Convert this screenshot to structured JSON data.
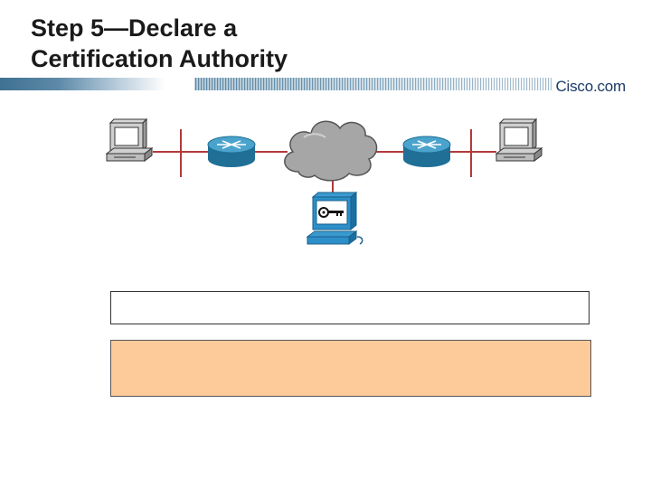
{
  "slide": {
    "title_line1": "Step 5—Declare a",
    "title_line2": "Certification Authority",
    "logo_text": "Cisco.com"
  },
  "diagram": {
    "icons": [
      "workstation-icon",
      "router-icon",
      "cloud-icon",
      "router-icon",
      "workstation-icon",
      "ca-server-icon"
    ]
  },
  "boxes": {
    "white_text": "",
    "orange_text": ""
  },
  "colors": {
    "bar": "#4a7a9c",
    "router": "#2a7fa6",
    "link": "#b23a3a",
    "cloud": "#a8a8a8",
    "orange_box": "#fdcb9a"
  }
}
